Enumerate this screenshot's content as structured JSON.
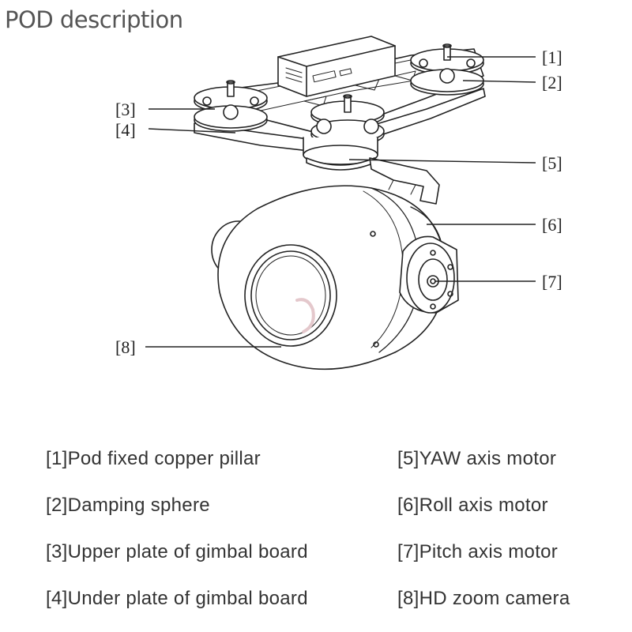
{
  "title": "POD description",
  "callouts": [
    "[1]",
    "[2]",
    "[3]",
    "[4]",
    "[5]",
    "[6]",
    "[7]",
    "[8]"
  ],
  "legend": {
    "left": [
      "[1]Pod fixed copper pillar",
      "[2]Damping sphere",
      "[3]Upper plate of gimbal board",
      "[4]Under plate of gimbal board"
    ],
    "right": [
      "[5]YAW axis motor",
      "[6]Roll axis motor",
      "[7]Pitch axis motor",
      "[8]HD zoom camera"
    ]
  }
}
